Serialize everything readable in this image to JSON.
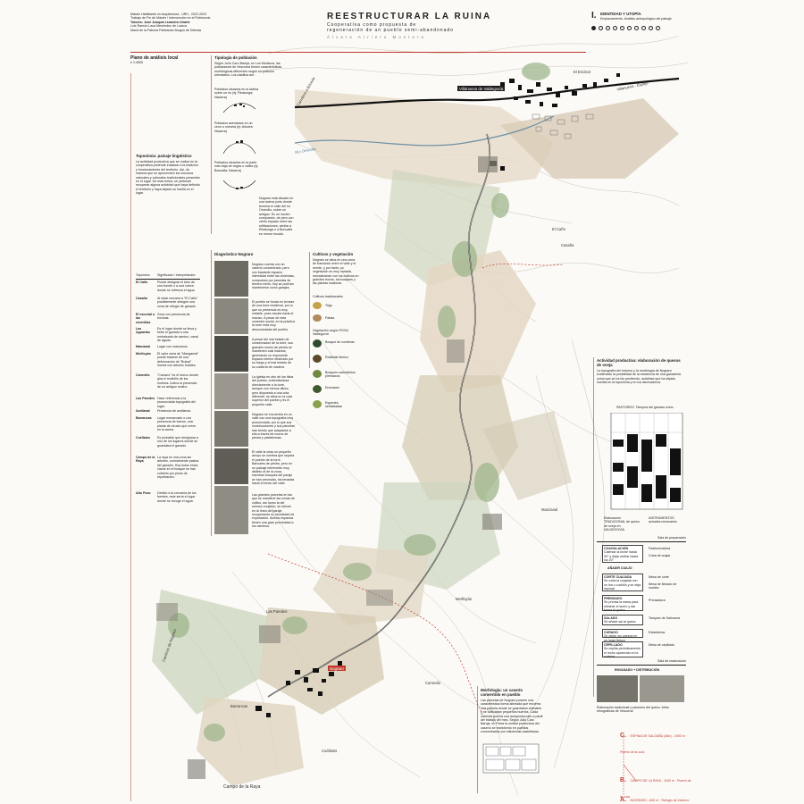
{
  "header": {
    "credits": [
      "Máster Habilitante en Arquitectura , URH , 2022-2023",
      "Trabajo de Fin de Máster / Intervención en el Patrimonio",
      "Tutores: José Joaquín Lizandro Uriarte",
      "Luis Ramón-Laca Menéndez de Luarca",
      "María de la Paloma Pañeando Burgos de Delmas"
    ],
    "title": "REESTRUCTURAR LA RUINA",
    "subtitle_lines": [
      "Cooperativa como propuesta de",
      "regeneración de un pueblo semi-abandonado"
    ],
    "author": "Álvaro Arriero Montero",
    "sheet_number": "I.",
    "sheet_topic": "IDENTIDAD Y UTOPÍA",
    "sheet_desc": "Emplazamiento. Análisis antropológico del paisaje"
  },
  "plan": {
    "heading": "Plano de análisis local",
    "scale": "e 1:4500"
  },
  "toponimia": {
    "heading": "Toponimia: paisaje lingüístico",
    "intro": "La actividad productiva que se realiza en la cooperativa pretende ensalzar a la tradición y funcionamiento del territorio. Así, de manera que se aprovechen los recursos naturales y culturales tradicionales presentes en el lugar. De esta forma, se pretende recuperar alguna actividad que haya definido el territorio y haya dejado su huella en el lugar.",
    "col_a": "Topónimo",
    "col_b": "Significado / Interpretación",
    "rows": [
      {
        "name": "El Caño",
        "desc": "Puede designar el tubo de una fuente o a una cueva donde se refresca el agua."
      },
      {
        "name": "Casaña",
        "desc": "Al estar cercana a \"El Caño\" posiblemente designe una zona de refugio de ganado."
      },
      {
        "name": "El escorial o las encinillas",
        "desc": "Zona con presencia de encinas."
      },
      {
        "name": "Las Aguaelas",
        "desc": "Es el lugar donde se lleva y bebe el ganado a una embalsada de camino, canal de aguas."
      },
      {
        "name": "Manzanal",
        "desc": "Lugar con manzanos."
      },
      {
        "name": "Merlloyán",
        "desc": "El valor varía de \"Mangamal\" puede tratarse de una deformación de \"Bulnal\" huerta con árboles frutales."
      },
      {
        "name": "Carnedio",
        "desc": "\"Carrano\" es el hueco donde gira el molinillo de los molinos. Indica la presencia de un antiguo molino."
      },
      {
        "name": "Las Paredes",
        "desc": "Hace referencia a la pronunciada topografía del lugar."
      },
      {
        "name": "Avellanal",
        "desc": "Presencia de avellanos."
      },
      {
        "name": "Barrancas",
        "desc": "Lugar enmarcado o con presencia de barros, una planta de ciruelo que crece en la arena."
      },
      {
        "name": "Cuéllalos",
        "desc": "Es probable que designara a uno de los lugares donde se guardaba el ganado."
      },
      {
        "name": "Campo de la Raya",
        "desc": "La raya es una zona sin árboles, normalmente pastos del ganado. Hoy todos estos claros en el bosque se han cubierto por pinos de repoblación."
      },
      {
        "name": "Alto Pozo",
        "desc": "Debido a la cercanía de los fuentes, este sería el lugar donde se recoge el agua."
      }
    ]
  },
  "tipologia": {
    "heading": "Tipología de población",
    "intro": "Según Julio Caro Baroja, en Los Moriscos, las poblaciones de Vescorna tienen características morfológicas diferentes según su posición orientativa. Los clasifica así:",
    "types": [
      "Poblados situados en la ladera sobre un río (ej: Rivalonga; Navarra)",
      "Poblados asentados en un cerro o meseta (ej: Artuera; Navarra)",
      "Poblados situados en la parte más baja de vegas o valles (ej: Bosualfa; Navarra)"
    ],
    "note": "Nograro está situado en una ladera junto donde termina el valle del río Omecillo, sobre un antiguo. Es un núcleo compuesto, de pero con cierto espacio entre las edificaciones, similar a Rivalonga o a Bonualfa en menor escala."
  },
  "diagnostico": {
    "heading": "Diagnóstico Nograro",
    "paragraphs": [
      "Nograro cuenta con un caserío concentrado, pero con bastante espacio intersticial entre las viviendas, compuesto por parcelas de terreno mixto, hoy se podrían mantenerse como garajes.",
      "El pueblo se funda en la base de una torre medieval, por lo que su presencia es muy notable, pues escala hacia el macizo. A pesar de esta conexión social, en la práctica la torre está muy desconectada del pueblo.",
      "A pesar del mal estado de conservación de la torre, sus grandes muros de piedra se mantienen casi intactos, generando un imponente espacio interior destruido por su fuego y el mal estado de su cubierta de madera.",
      "La iglesia es otro de los hitos del pueblo, enfrentándose directamente a la torre, aunque con menos altura, pero dispuesta a una cota diferente, se sitúa en la cota superior del pueblo y es el pequeño valle.",
      "Nograro se encuentra en un valle con una topografía muy pronunciada, por lo que sus construcciones y sus parcelas han tenido que adaptarse a ella a través de muros de piedra y plataformas.",
      "El valle la vista un pequeño arroyo se nombra que separa el pueblo de la torre. Bancales de piedra, pero en un paisaje intermedio muy distinto al de la zona, mientras bosques del paraje se han arruinado, las tenadas hacia el fondo del valle.",
      "Las grandes parcelas en las que se mantiene las zonas de cultivo, así como la del ruinoso conjunto, se ubican en la línea del paraje, recuperando su necesidad de explotación. Ambos espacios tienen una gran proximidad a los caminos."
    ]
  },
  "cultivos": {
    "heading": "Cultivos y vegetación",
    "intro": "Nograro se sitúa en una zona de transición entre el valle y el monte, y por tanto, su vegetación es muy variada, mezclándose con los cultivos en grandes trozos, los bosques y las plantas maduras.",
    "crops_heading": "Cultivos tradicionales",
    "crops": [
      "Trigo",
      "Patata"
    ],
    "veg_heading": "Vegetación según PGOU Valdegovía",
    "veg": [
      "Bosque de coníferas",
      "Robledal ibérico",
      "Bosques caducifolios pirenaicos",
      "Encinares",
      "Especies señalizadas"
    ]
  },
  "actividad": {
    "heading": "Actividad productiva: elaboración de quesos de oveja",
    "intro": "La topografía del entorno y la morfología de Nograro evidencian la posibilidad de la existencia de una ganadería ovina que se ha ido perdiendo, actividad que ha dejado huellas en la toponimia y en los abrevaderos.",
    "calendar_title": "PASTOREO. Tiempos del ganado ovino",
    "col_elab": "Elaboración TRADICIONAL de queso de oveja en VALDEGOVÍA",
    "col_instr": "INSTRUMENTOS actuales necesarios",
    "sala_prep": "Sala de preparación",
    "sala_mad": "Sala de maduración",
    "steps": [
      {
        "name": "COAGULACIÓN",
        "desc": "Calentar la leche hasta 30° y dejar enfriar hasta los 20°",
        "tools": [
          "Pasteurizadora",
          "Cuba de cuajar"
        ]
      },
      {
        "name": "AÑADIR CUAJO",
        "desc": "",
        "tools": []
      },
      {
        "name": "CORTE CUAJADA",
        "desc": "Se corta la cuajada con un lira o cuchillo y se deja reposar",
        "tools": [
          "Mesa de corte",
          "Mesa de llenado de moldes"
        ]
      },
      {
        "name": "PRENSADO",
        "desc": "Se prensa la masa para eliminar el suero y dar forma al queso",
        "tools": [
          "Prensadora"
        ]
      },
      {
        "name": "SALADO",
        "desc": "Se añade sal al queso",
        "tools": [
          "Tanques de Salmuera"
        ]
      },
      {
        "name": "CURADO",
        "desc": "Se dejan los quesos en un lugar fresco",
        "tools": [
          "Estanterías"
        ]
      },
      {
        "name": "CEPILLADO",
        "desc": "Se cepilla periódicamente el moho aparecido en la corteza",
        "tools": [
          "Mesa de cepillado"
        ]
      }
    ],
    "final_step": "ENVASADO + DISTRIBUCIÓN",
    "photo_caption": "Elaboración tradicional y pastoreo del queso. Artes etnográficas de Vescorna"
  },
  "morfologia": {
    "heading": "Morfología: un caserío convertido en pueblo",
    "text": "Las parcelas de Nograro poseen una característica forma alineada que encierra una parcela donde se guardaban animales y se cultivaban pequeños huertos. Cada vivienda poseía una autoproducción a partir del trabajo del mes. Según Julio Caro Baroja, en Parra la unidad productora del caserío se transformó en pueblos concentrados por influencias castellanas."
  },
  "map_labels": {
    "villanueva": "Villanueva de Valdegovía",
    "nograro": "Nograro",
    "el_encinar": "El Encinar",
    "el_cano": "El Caño",
    "casana": "Casaña",
    "manzanal": "Manzanal",
    "merlloyan": "Merlloyán",
    "las_paredes": "Las Paredes",
    "carnedio": "Carnedio",
    "barrancas": "Barrancas",
    "cuellalos": "Cuéllalos",
    "campo_raya": "Campo de la Raya",
    "rio": "Río Omecillo",
    "road_a": "Villanueva - Espejo",
    "road_b": "Carretera a Bóveda",
    "road_c": "Caminos de Nograro"
  },
  "route": [
    {
      "letter": "C.",
      "text": "ESPINA DE SALDAÑA (Alto) - 1900 m · Puerto de la cura"
    },
    {
      "letter": "B.",
      "text": "CAMPO DE LA RAYA - 1150 m · Puerto de la cura"
    },
    {
      "letter": "A.",
      "text": "NOGRARO - 800 m · Refugio de invierno"
    }
  ],
  "colors": {
    "accent": "#c0392b",
    "ink": "#222222",
    "field": "#d9c9b0",
    "green": "#9fb58c"
  }
}
